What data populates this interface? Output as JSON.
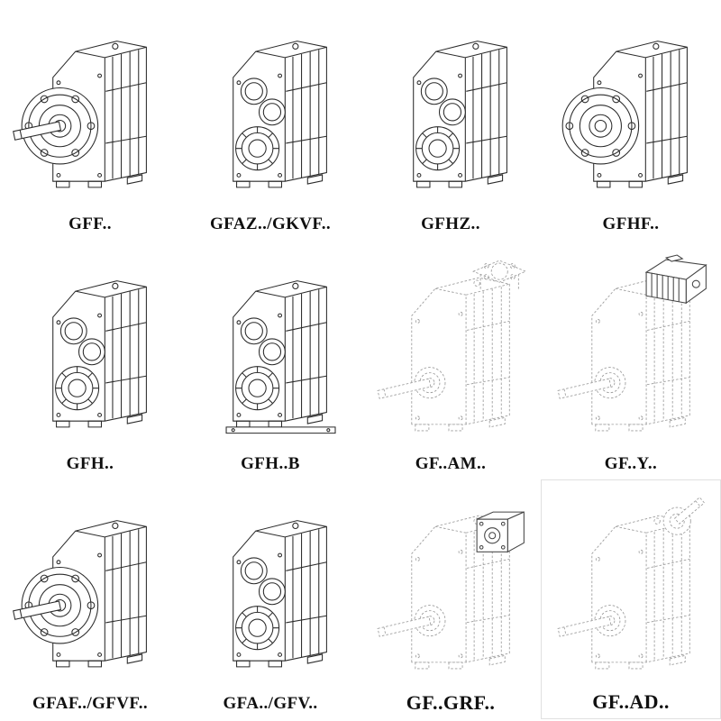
{
  "page": {
    "background": "#ffffff",
    "content_type": "gear-reducer model drawings catalog grid",
    "line_colors": {
      "solid_drawing": "#2b2b2b",
      "ghost_drawing": "#9b9b9b",
      "label_text": "#101010"
    }
  },
  "grid": {
    "columns": 4,
    "rows": 3,
    "items": [
      {
        "label": "GFF..",
        "variant": "flange-with-shaft",
        "line_style": "solid",
        "depicts": "parallel shaft gearbox, output flange with solid shaft"
      },
      {
        "label": "GFAZ../GKVF..",
        "variant": "bores-front",
        "line_style": "solid",
        "depicts": "gearbox with input bores and bottom bearing face"
      },
      {
        "label": "GFHZ..",
        "variant": "bores-front",
        "line_style": "solid",
        "depicts": "hollow shaft gearbox with bearing face"
      },
      {
        "label": "GFHF..",
        "variant": "flange-no-shaft",
        "line_style": "solid",
        "depicts": "hollow shaft gearbox with output flange"
      },
      {
        "label": "GFH..",
        "variant": "bores-front",
        "line_style": "solid",
        "depicts": "shaft mounted gearbox with bearing face"
      },
      {
        "label": "GFH..B",
        "variant": "bores-front-baseplate",
        "line_style": "solid",
        "depicts": "shaft mounted gearbox with base plate"
      },
      {
        "label": "GF..AM..",
        "variant": "iec-adapter-flange-top",
        "line_style": "dashed",
        "depicts": "ghost gearbox with IEC motor adapter flange and output shaft"
      },
      {
        "label": "GF..Y..",
        "variant": "motor-mounted-top",
        "line_style": "dashed",
        "depicts": "ghost gearbox with mounted finned motor"
      },
      {
        "label": "GFAF../GFVF..",
        "variant": "flange-with-shaft",
        "line_style": "solid",
        "depicts": "flange mounted gearbox with solid output shaft"
      },
      {
        "label": "GFA../GFV..",
        "variant": "bores-front",
        "line_style": "solid",
        "depicts": "foot mounted gearbox with bearing face"
      },
      {
        "label": "GF..GRF..",
        "variant": "gear-adapter-unit",
        "line_style": "dashed",
        "depicts": "ghost gearbox with attached gear adapter unit"
      },
      {
        "label": "GF..AD..",
        "variant": "input-shaft-adapter",
        "line_style": "dashed",
        "depicts": "ghost gearbox with free input shaft adapter"
      }
    ]
  }
}
